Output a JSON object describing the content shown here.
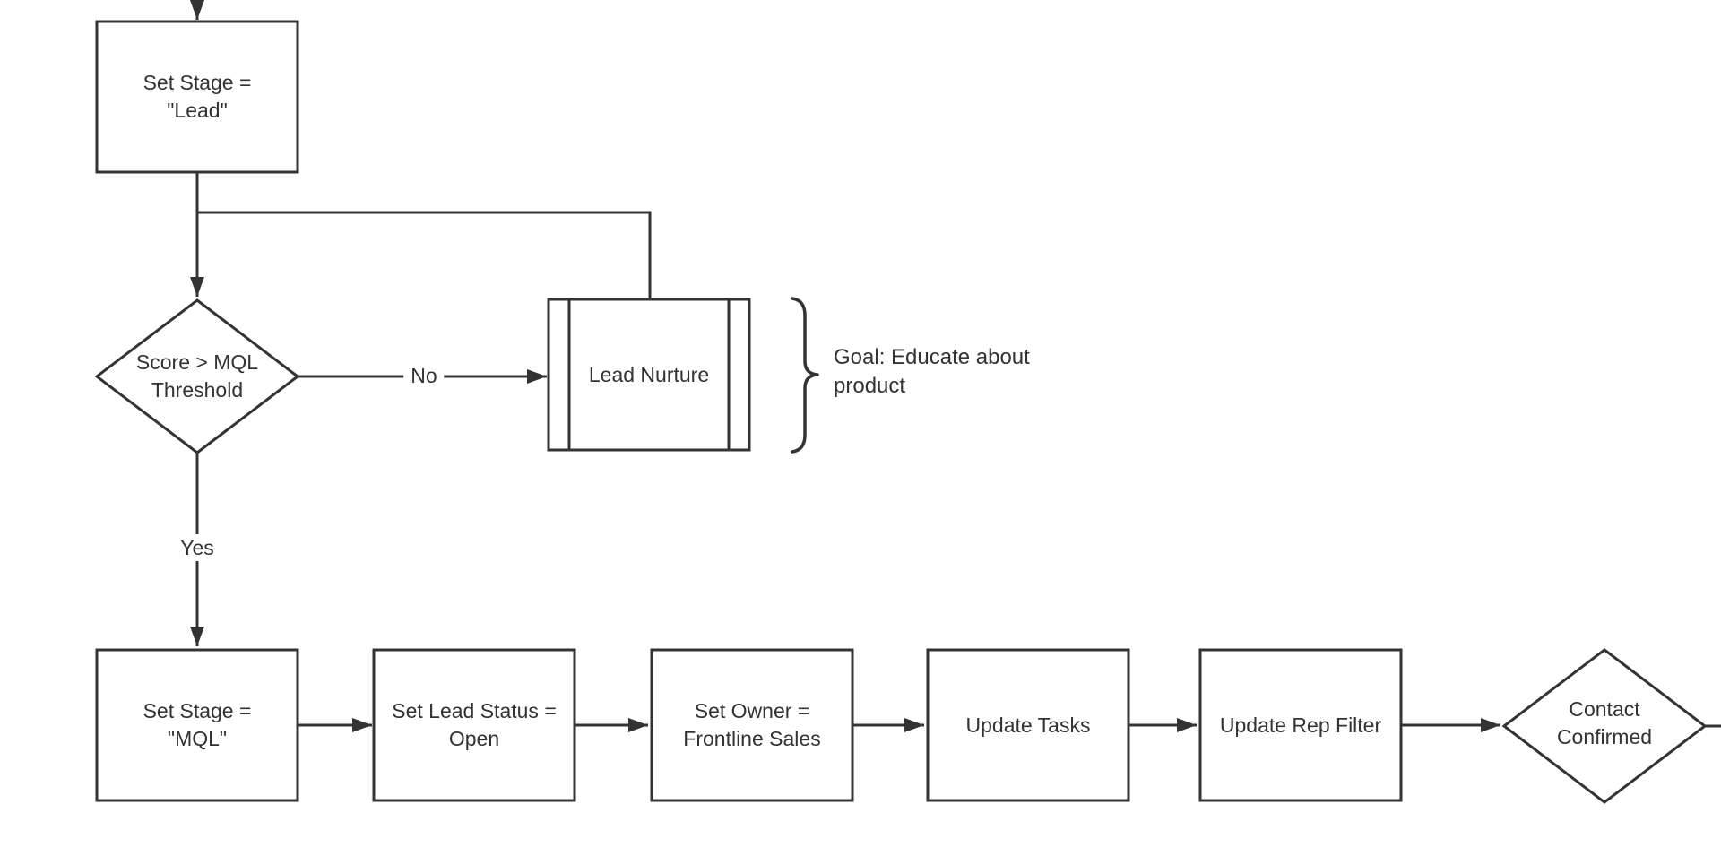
{
  "diagram": {
    "nodes": {
      "set_stage_lead": {
        "label": "Set Stage =\n\"Lead\"",
        "type": "process"
      },
      "score_mql": {
        "label": "Score > MQL\nThreshold",
        "type": "decision"
      },
      "lead_nurture": {
        "label": "Lead Nurture",
        "type": "predefined-process"
      },
      "set_stage_mql": {
        "label": "Set Stage =\n\"MQL\"",
        "type": "process"
      },
      "set_lead_status": {
        "label": "Set Lead Status =\nOpen",
        "type": "process"
      },
      "set_owner": {
        "label": "Set Owner =\nFrontline Sales",
        "type": "process"
      },
      "update_tasks": {
        "label": "Update Tasks",
        "type": "process"
      },
      "update_rep_filter": {
        "label": "Update Rep Filter",
        "type": "process"
      },
      "contact_confirmed": {
        "label": "Contact\nConfirmed",
        "type": "decision"
      }
    },
    "edges": {
      "no_label": "No",
      "yes_label": "Yes"
    },
    "annotation": {
      "text": "Goal: Educate about\nproduct"
    },
    "colors": {
      "line": "#333333",
      "text": "#333333",
      "canvas": "#ffffff"
    }
  }
}
